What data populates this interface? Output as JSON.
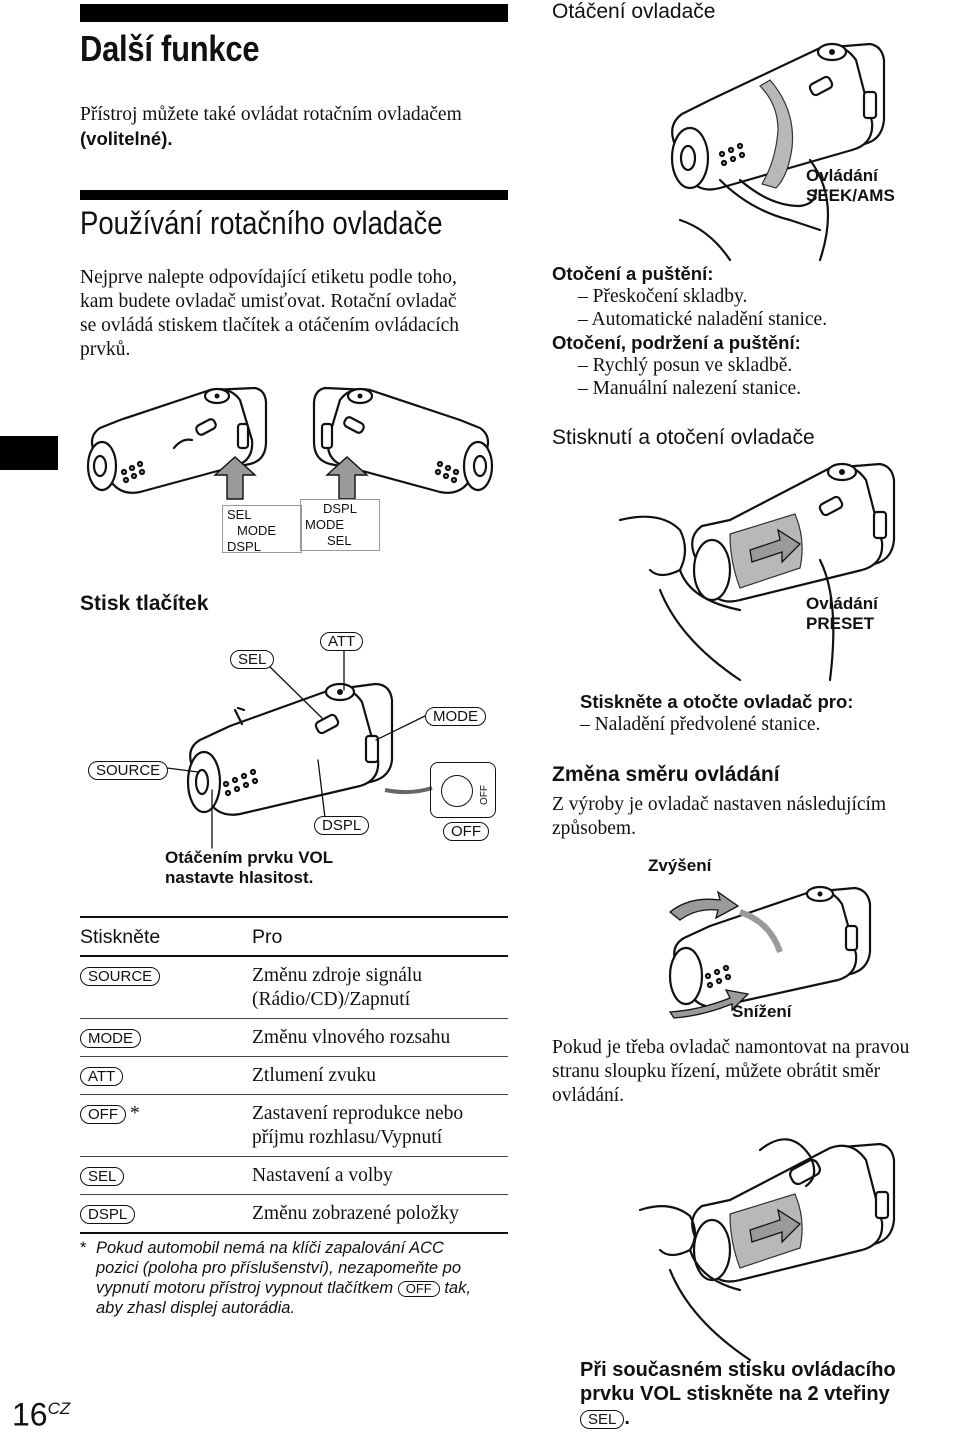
{
  "page": {
    "number": "16",
    "number_suffix": "CZ"
  },
  "left": {
    "title": "Další funkce",
    "intro_1": "Přístroj můžete také ovládat rotačním ovladačem",
    "intro_2": "(volitelné).",
    "section_title": "Používání rotačního ovladače",
    "section_body": [
      "Nejprve nalepte odpovídající etiketu podle toho,",
      "kam budete ovladač umisťovat. Rotační ovladač",
      "se ovládá stiskem tlačítek a otáčením ovládacích",
      "prvků."
    ],
    "labels_left": [
      "SEL",
      "MODE",
      "DSPL"
    ],
    "labels_right": [
      "DSPL",
      "MODE",
      "SEL"
    ],
    "press_heading": "Stisk tlačítek",
    "buttons": {
      "sel": "SEL",
      "att": "ATT",
      "mode": "MODE",
      "source": "SOURCE",
      "dspl": "DSPL",
      "off": "OFF",
      "off_knob": "OFF"
    },
    "vol_caption_1": "Otáčením prvku VOL",
    "vol_caption_2": "nastavte hlasitost.",
    "table": {
      "col_press": "Stiskněte",
      "col_for": "Pro",
      "rows": [
        {
          "key": "SOURCE",
          "star": "",
          "desc_1": "Změnu zdroje signálu",
          "desc_2": "(Rádio/CD)/Zapnutí"
        },
        {
          "key": "MODE",
          "star": "",
          "desc_1": "Změnu vlnového rozsahu",
          "desc_2": ""
        },
        {
          "key": "ATT",
          "star": "",
          "desc_1": "Ztlumení zvuku",
          "desc_2": ""
        },
        {
          "key": "OFF",
          "star": "*",
          "desc_1": "Zastavení reprodukce nebo",
          "desc_2": "příjmu rozhlasu/Vypnutí"
        },
        {
          "key": "SEL",
          "star": "",
          "desc_1": "Nastavení a volby",
          "desc_2": ""
        },
        {
          "key": "DSPL",
          "star": "",
          "desc_1": "Změnu zobrazené položky",
          "desc_2": ""
        }
      ]
    },
    "footnote": {
      "star": "*",
      "line_1": "Pokud automobil nemá na klíči zapalování ACC",
      "line_2": "pozici (poloha pro příslušenství), nezapomeňte po",
      "line_3a": "vypnutí motoru přístroj vypnout tlačítkem",
      "line_3_key": "OFF",
      "line_3b": "tak,",
      "line_4": "aby zhasl displej autorádia."
    }
  },
  "right": {
    "rotate_heading": "Otáčení ovladače",
    "seek_label_1": "Ovládání",
    "seek_label_2": "SEEK/AMS",
    "turn_release": "Otočení a puštění:",
    "turn_release_items": [
      "– Přeskočení skladby.",
      "– Automatické naladění stanice."
    ],
    "turn_hold": "Otočení, podržení a puštění:",
    "turn_hold_items": [
      "– Rychlý posun ve skladbě.",
      "– Manuální nalezení stanice."
    ],
    "press_rotate_heading": "Stisknutí a otočení ovladače",
    "preset_label_1": "Ovládání",
    "preset_label_2": "PRESET",
    "press_rotate_text": "Stiskněte a otočte ovladač pro:",
    "press_rotate_item": "– Naladění předvolené stanice.",
    "direction_heading": "Změna směru ovládání",
    "direction_body_1": "Z výroby je ovladač nastaven následujícím",
    "direction_body_2": "způsobem.",
    "increase": "Zvýšení",
    "decrease": "Snížení",
    "reverse_body": [
      "Pokud je třeba ovladač namontovat na pravou",
      "stranu sloupku řízení, můžete obrátit směr",
      "ovládání."
    ],
    "final_1": "Při současném stisku ovládacího",
    "final_2": "prvku VOL stiskněte na 2 vteřiny",
    "final_key": "SEL",
    "final_end": "."
  }
}
